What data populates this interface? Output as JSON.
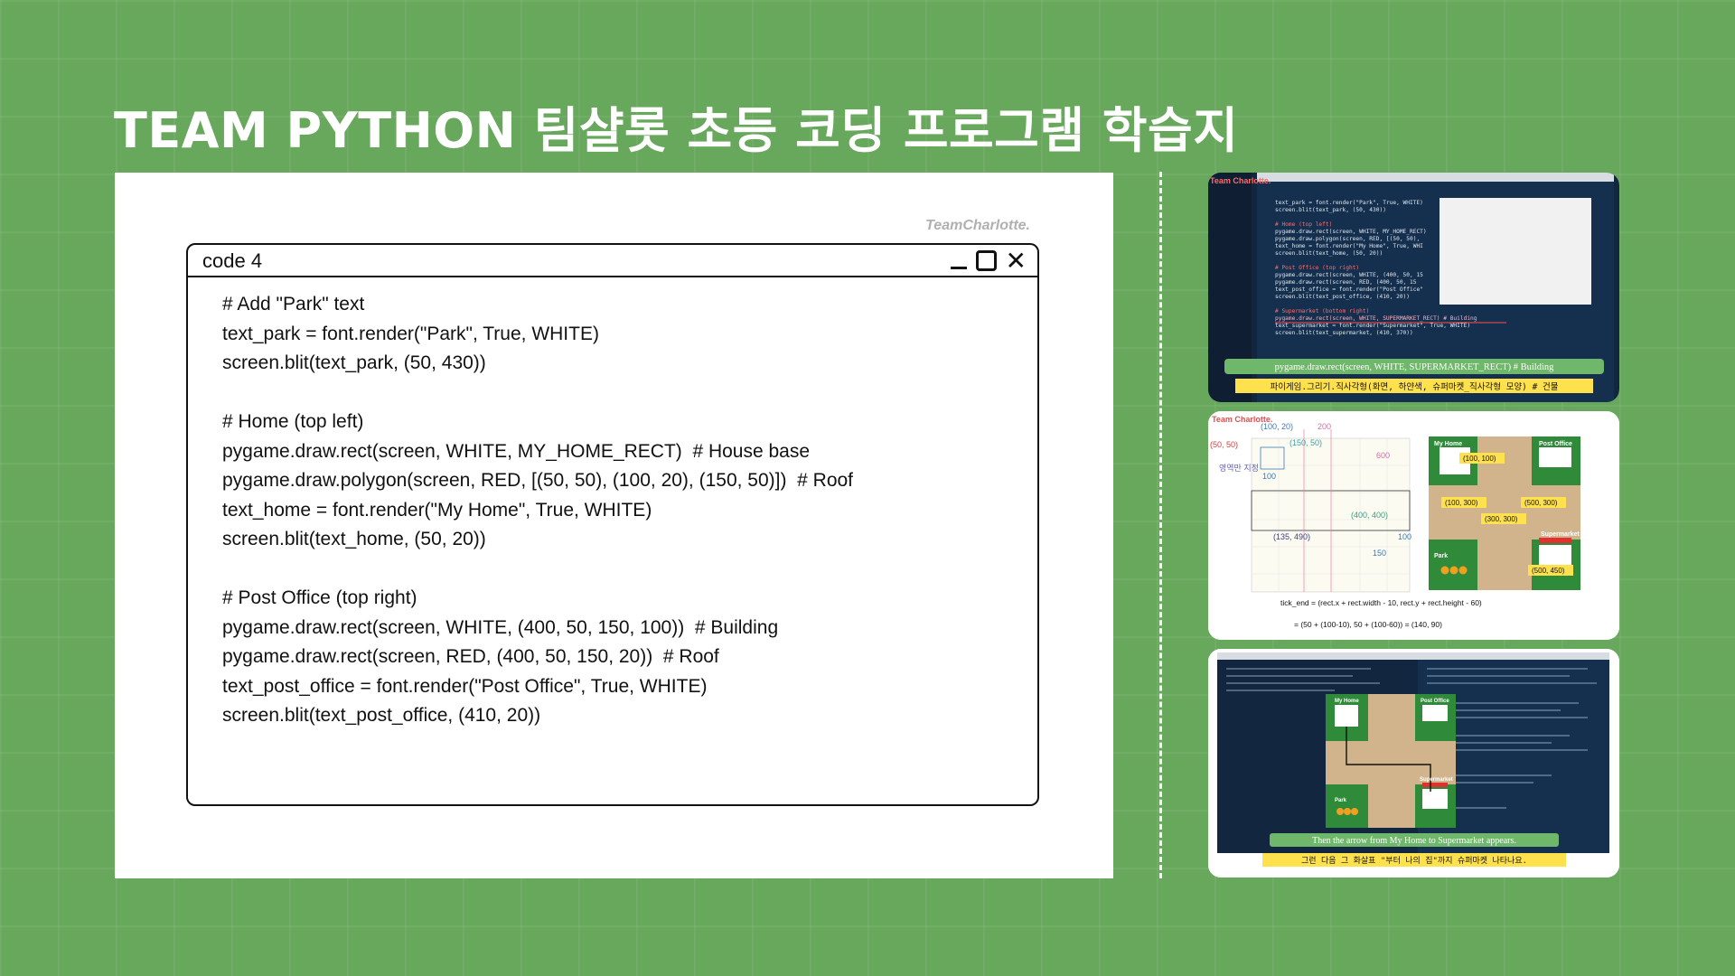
{
  "title": "TEAM PYTHON 팀샬롯 초등 코딩 프로그램 학습지",
  "brand": "TeamCharlotte.",
  "code_window": {
    "title": "code 4",
    "lines": [
      "# Add \"Park\" text",
      "text_park = font.render(\"Park\", True, WHITE)",
      "screen.blit(text_park, (50, 430))",
      "",
      "# Home (top left)",
      "pygame.draw.rect(screen, WHITE, MY_HOME_RECT)  # House base",
      "pygame.draw.polygon(screen, RED, [(50, 50), (100, 20), (150, 50)])  # Roof",
      "text_home = font.render(\"My Home\", True, WHITE)",
      "screen.blit(text_home, (50, 20))",
      "",
      "# Post Office (top right)",
      "pygame.draw.rect(screen, WHITE, (400, 50, 150, 100))  # Building",
      "pygame.draw.rect(screen, RED, (400, 50, 150, 20))  # Roof",
      "text_post_office = font.render(\"Post Office\", True, WHITE)",
      "screen.blit(text_post_office, (410, 20))"
    ]
  },
  "thumb1": {
    "logo": "Team Charlotte.",
    "code_snippet": [
      "text_park = font.render(\"Park\", True, WHITE)",
      "screen.blit(text_park, (50, 430))",
      "# Home (top left)",
      "pygame.draw.rect(screen, WHITE, MY_HOME_RECT)",
      "pygame.draw.polygon(screen, RED, [(50, 50),",
      "text_home = font.render(\"My Home\", True, WHI",
      "screen.blit(text_home, (50, 20))",
      "# Post Office (top right)",
      "pygame.draw.rect(screen, WHITE, (400, 50, 15",
      "pygame.draw.rect(screen, RED, (400, 50, 15",
      "text_post_office = font.render(\"Post Office\"",
      "screen.blit(text_post_office, (410, 20))",
      "# Supermarket (bottom right)",
      "pygame.draw.rect(screen, WHITE, SUPERMARKET_RECT)  # Building",
      "text_supermarket = font.render(\"Supermarket\", True, WHITE)",
      "screen.blit(text_supermarket, (410, 370))"
    ],
    "caption_en": "pygame.draw.rect(screen, WHITE, SUPERMARKET_RECT) # Building",
    "caption_ko": "파이게임.그리기.직사각형(화면, 하얀색, 슈퍼마켓_직사각형 모양) # 건물"
  },
  "thumb2": {
    "logo": "Team Charlotte.",
    "labels": {
      "p100_20": "(100, 20)",
      "p200": "200",
      "p50_50": "(50, 50)",
      "p150_50": "(150, 50)",
      "p600": "600",
      "zone": "영역만 지정",
      "p100": "100",
      "p400_400": "(400, 400)",
      "p135_490": "(135, 490)",
      "p150": "150",
      "p100b": "100",
      "home": "My Home",
      "post": "Post Office",
      "park": "Park",
      "super": "Supermarket",
      "c100_100": "(100, 100)",
      "c100_300": "(100, 300)",
      "c500_300": "(500, 300)",
      "c300_300": "(300, 300)",
      "c500_450": "(500, 450)"
    },
    "formula1": "tick_end = (rect.x + rect.width - 10, rect.y + rect.height - 60)",
    "formula2": "= (50 + (100-10), 50 + (100-60)) = (140, 90)"
  },
  "thumb3": {
    "home": "My Home",
    "post": "Post Office",
    "park": "Park",
    "super": "Supermarket",
    "caption_en": "Then the arrow from My Home to Supermarket appears.",
    "caption_ko": "그런 다음 그 화살표 \"부터 나의 집\"까지 슈퍼마켓 나타나요."
  },
  "colors": {
    "background": "#68a85c",
    "ide_dark": "#12263f",
    "map_green": "#2f8a3a",
    "map_road": "#d2b48c",
    "caption_yellow": "#ffe14d",
    "caption_green": "#6fb76a"
  }
}
